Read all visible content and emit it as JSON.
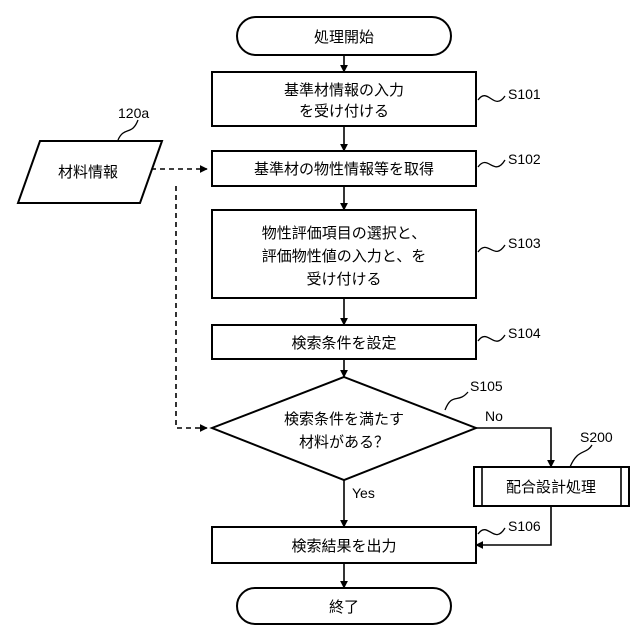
{
  "nodes": {
    "start": {
      "text": "処理開始"
    },
    "s101": {
      "lines": [
        "基準材情報の入力",
        "を受け付ける"
      ],
      "step": "S101"
    },
    "s102": {
      "lines": [
        "基準材の物性情報等を取得"
      ],
      "step": "S102"
    },
    "s103": {
      "lines": [
        "物性評価項目の選択と、",
        "評価物性値の入力と、を",
        "受け付ける"
      ],
      "step": "S103"
    },
    "s104": {
      "lines": [
        "検索条件を設定"
      ],
      "step": "S104"
    },
    "s105": {
      "lines": [
        "検索条件を満たす",
        "材料がある？"
      ],
      "step": "S105",
      "no_label": "No",
      "yes_label": "Yes"
    },
    "s200": {
      "text": "配合設計処理",
      "step": "S200"
    },
    "s106": {
      "lines": [
        "検索結果を出力"
      ],
      "step": "S106"
    },
    "end": {
      "text": "終了"
    },
    "material": {
      "text": "材料情報",
      "ref": "120a"
    }
  }
}
